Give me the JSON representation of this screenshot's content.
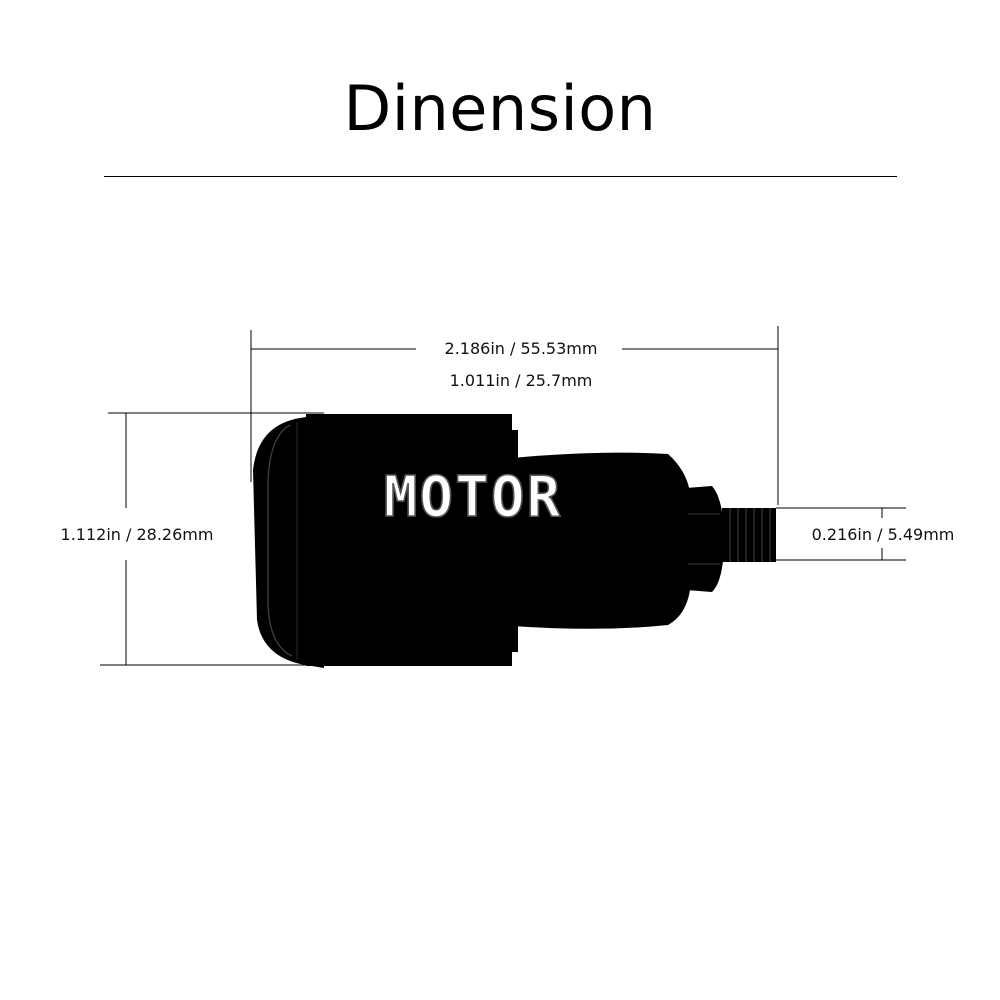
{
  "title": "Dinension",
  "watermark": "MOTOR",
  "dimensions": {
    "overall_length": "2.186in / 55.53mm",
    "body_length": "1.011in / 25.7mm",
    "height": "1.112in / 28.26mm",
    "thread_diameter": "0.216in / 5.49mm"
  },
  "colors": {
    "line": "#000000",
    "body_fill": "#000000"
  }
}
